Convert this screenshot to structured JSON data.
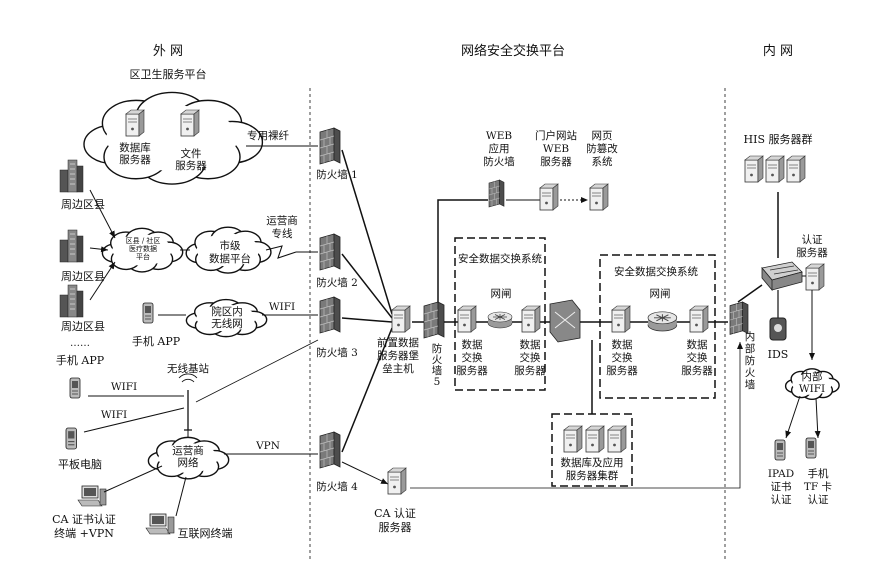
{
  "sections": {
    "outer": "外 网",
    "exchange": "网络安全交换平台",
    "inner": "内 网"
  },
  "regional_platform": {
    "title": "区卫生服务平台",
    "db_server": [
      "数据库",
      "服务器"
    ],
    "file_server": [
      "文件",
      "服务器"
    ]
  },
  "outer": {
    "dedicated_fiber": "专用裸纤",
    "county_platform": [
      "区县 / 社区",
      "医疗数据",
      "平台"
    ],
    "carrier_line": [
      "运营商",
      "专线"
    ],
    "city_platform": [
      "市级",
      "数据平台"
    ],
    "county1": "周边区县",
    "county2": "周边区县",
    "county3": "周边区县",
    "ellipsis": "……",
    "mobile_app_label": "手机 APP",
    "mobile_app_left": "手机 APP",
    "campus_wireless": [
      "院区内",
      "无线网"
    ],
    "wifi_campus": "WIFI",
    "base_station": "无线基站",
    "wifi_phone": "WIFI",
    "wifi_tablet": "WIFI",
    "tablet": "平板电脑",
    "carrier_net": [
      "运营商",
      "网络"
    ],
    "vpn_left": "VPN",
    "vpn_right": "VPN",
    "ca_terminal": [
      "CA 证书认证",
      "终端 +VPN"
    ],
    "internet_terminal": "互联网终端"
  },
  "platform": {
    "fw1": "防火墙 1",
    "fw2": "防火墙 2",
    "fw3": "防火墙 3",
    "fw4": "防火墙 4",
    "fw5": [
      "防",
      "火",
      "墙",
      "5"
    ],
    "front_server": [
      "前置数据",
      "服务器堡",
      "垒主机"
    ],
    "web_fw": [
      "WEB",
      "应用",
      "防火墙"
    ],
    "portal": [
      "门户网站",
      "WEB",
      "服务器"
    ],
    "tamper": [
      "网页",
      "防篡改",
      "系统"
    ],
    "exchange1": {
      "title": "安全数据交换系统",
      "gateway": "网闸",
      "left_server": [
        "数据",
        "交换",
        "服务器"
      ],
      "right_server": [
        "数据",
        "交换",
        "服务器"
      ]
    },
    "exchange2": {
      "title": "安全数据交换系统",
      "gateway": "网闸",
      "left_server": [
        "数据",
        "交换",
        "服务器"
      ],
      "right_server": [
        "数据",
        "交换",
        "服务器"
      ]
    },
    "db_cluster": [
      "数据库及应用",
      "服务器集群"
    ],
    "ca_server": [
      "CA 认证",
      "服务器"
    ]
  },
  "inner": {
    "his": "HIS 服务器群",
    "auth_server": [
      "认证",
      "服务器"
    ],
    "ids": "IDS",
    "inner_fw": [
      "内",
      "部",
      "防",
      "火",
      "墙"
    ],
    "inner_wifi": [
      "内部",
      "WIFI"
    ],
    "ipad": [
      "IPAD",
      "证书",
      "认证"
    ],
    "phone_tf": [
      "手机",
      "TF 卡",
      "认证"
    ]
  }
}
